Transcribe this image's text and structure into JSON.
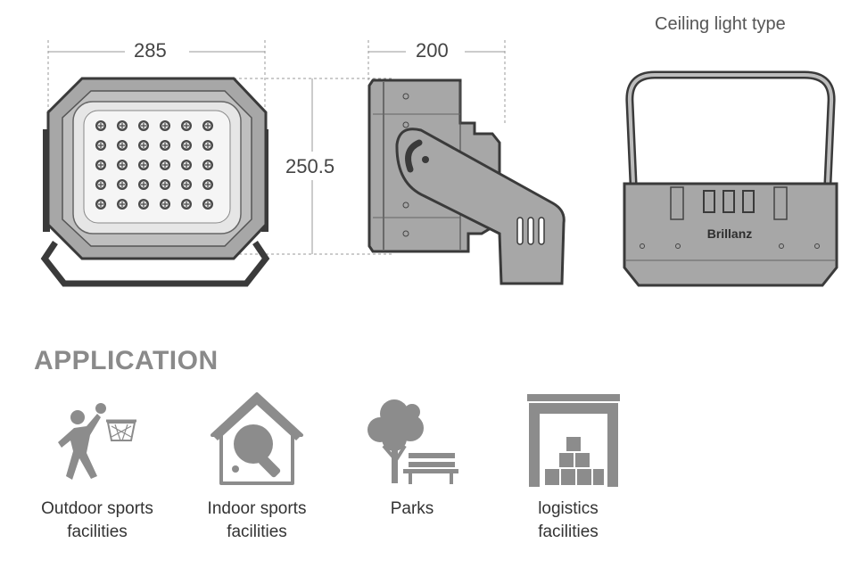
{
  "dimensions": {
    "width": "285",
    "depth": "200",
    "height": "250.5"
  },
  "ceiling_label": "Ceiling light type",
  "brand": "Brillanz",
  "application": {
    "title": "APPLICATION",
    "items": [
      {
        "icon": "basketball-player-icon",
        "line1": "Outdoor sports",
        "line2": "facilities"
      },
      {
        "icon": "ping-pong-house-icon",
        "line1": "Indoor sports",
        "line2": "facilities"
      },
      {
        "icon": "park-tree-bench-icon",
        "line1": "Parks",
        "line2": ""
      },
      {
        "icon": "warehouse-boxes-icon",
        "line1": "logistics",
        "line2": "facilities"
      }
    ]
  },
  "colors": {
    "body_gray": "#a7a7a7",
    "outline": "#3a3a3a",
    "icon_gray": "#8c8c8c"
  }
}
